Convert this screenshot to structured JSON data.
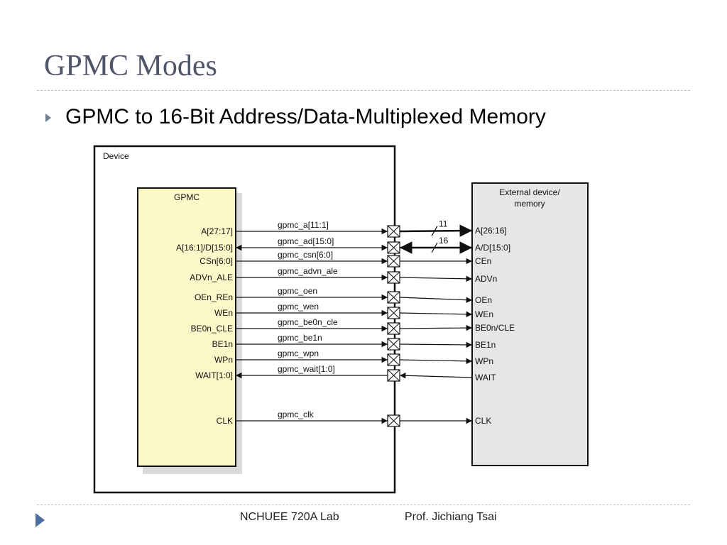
{
  "slide": {
    "title": "GPMC Modes",
    "bullet": "GPMC to 16-Bit Address/Data-Multiplexed Memory"
  },
  "diagram": {
    "device_label": "Device",
    "gpmc_label": "GPMC",
    "external_label_line1": "External device/",
    "external_label_line2": "memory",
    "signals": [
      {
        "gpmc_pin": "A[27:17]",
        "wire": "gpmc_a[11:1]",
        "ext_pin": "A[26:16]",
        "direction": "out",
        "bus_width": "11"
      },
      {
        "gpmc_pin": "A[16:1]/D[15:0]",
        "wire": "gpmc_ad[15:0]",
        "ext_pin": "A/D[15:0]",
        "direction": "bidir",
        "bus_width": "16"
      },
      {
        "gpmc_pin": "CSn[6:0]",
        "wire": "gpmc_csn[6:0]",
        "ext_pin": "CEn",
        "direction": "out"
      },
      {
        "gpmc_pin": "ADVn_ALE",
        "wire": "gpmc_advn_ale",
        "ext_pin": "ADVn",
        "direction": "out"
      },
      {
        "gpmc_pin": "OEn_REn",
        "wire": "gpmc_oen",
        "ext_pin": "OEn",
        "direction": "out"
      },
      {
        "gpmc_pin": "WEn",
        "wire": "gpmc_wen",
        "ext_pin": "WEn",
        "direction": "out"
      },
      {
        "gpmc_pin": "BE0n_CLE",
        "wire": "gpmc_be0n_cle",
        "ext_pin": "BE0n/CLE",
        "direction": "out"
      },
      {
        "gpmc_pin": "BE1n",
        "wire": "gpmc_be1n",
        "ext_pin": "BE1n",
        "direction": "out"
      },
      {
        "gpmc_pin": "WPn",
        "wire": "gpmc_wpn",
        "ext_pin": "WPn",
        "direction": "out"
      },
      {
        "gpmc_pin": "WAIT[1:0]",
        "wire": "gpmc_wait[1:0]",
        "ext_pin": "WAIT",
        "direction": "in"
      },
      {
        "gpmc_pin": "CLK",
        "wire": "gpmc_clk",
        "ext_pin": "CLK",
        "direction": "out"
      }
    ]
  },
  "footer": {
    "lab": "NCHUEE 720A Lab",
    "professor": "Prof. Jichiang Tsai"
  },
  "colors": {
    "gpmc_fill": "#fdf8c8",
    "external_fill": "#e6e6e6",
    "title": "#50556a"
  }
}
